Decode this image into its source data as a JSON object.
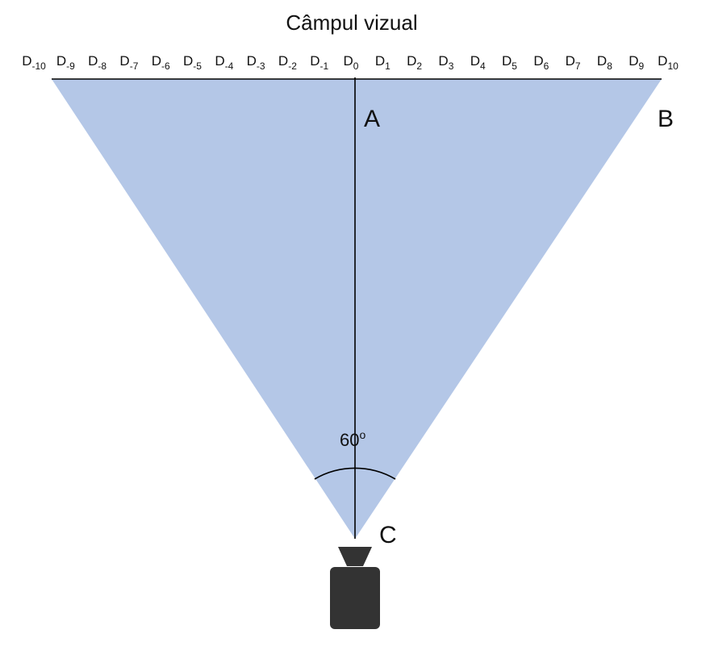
{
  "title": "Câmpul vizual",
  "positions": {
    "prefix": "D",
    "indices": [
      "-10",
      "-9",
      "-8",
      "-7",
      "-6",
      "-5",
      "-4",
      "-3",
      "-2",
      "-1",
      "0",
      "1",
      "2",
      "3",
      "4",
      "5",
      "6",
      "7",
      "8",
      "9",
      "10"
    ]
  },
  "points": {
    "a": "A",
    "b": "B",
    "c": "C"
  },
  "angle": {
    "value": "60",
    "unit": "o"
  },
  "colors": {
    "field": "#b4c7e7",
    "line": "#000000",
    "camera": "#333333",
    "text": "#111111"
  },
  "icons": {
    "camera": "camera-icon"
  }
}
